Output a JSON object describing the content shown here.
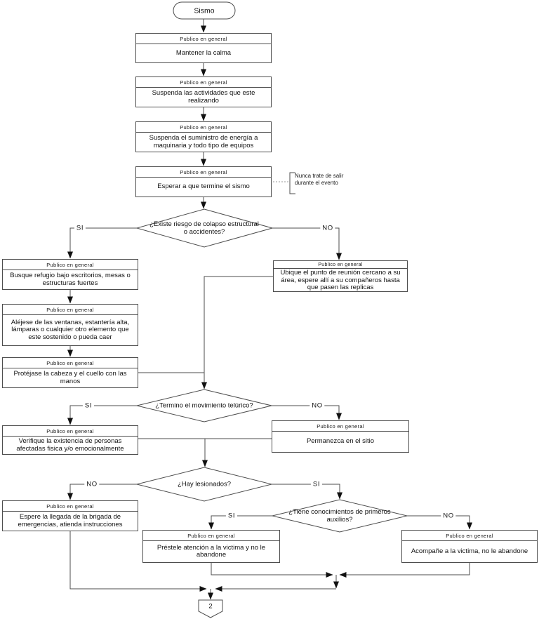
{
  "start": {
    "label": "Sismo"
  },
  "process_header": "Publico en general",
  "boxes": {
    "calma": "Mantener la calma",
    "suspenda_actividades": "Suspenda las actividades que este realizando",
    "suspenda_energia": "Suspenda el suministro de energía a maquinaria y todo tipo de equipos",
    "esperar": "Esperar a que termine el sismo",
    "busque_refugio": "Busque refugio bajo escritorios, mesas o estructuras fuertes",
    "alejese": "Aléjese de las ventanas, estantería alta, lámparas o cualquier otro elemento que este sostenido o pueda caer",
    "protejase": "Protéjase la cabeza y el cuello con las manos",
    "ubique": "Ubique el punto de reunión cercano a su área, espere allí a su compañeros hasta que pasen las replicas",
    "verifique": "Verifique la existencia de personas afectadas fisica y/o emocionalmente",
    "permanezca": "Permanezca en el sitio",
    "espere_brigada": "Espere la llegada de la brigada de emergencias, atienda instrucciones",
    "prestele": "Préstele atención a la victima y no le abandone",
    "acompane": "Acompañe a la victima, no le abandone"
  },
  "decisions": {
    "colapso": "¿Existe riesgo de colapso estructural o accidentes?",
    "termino": "¿Termino el movimiento telúrico?",
    "lesionados": "¿Hay lesionados?",
    "conocimientos": "¿Tiene conocimientos de primeros auxilios?"
  },
  "branch_labels": {
    "si": "SI",
    "no": "NO"
  },
  "note": {
    "line1": "Nunca trate de salir",
    "line2": "durante el evento"
  },
  "offpage_connector": {
    "label": "2"
  },
  "colors": {
    "line": "#4d4d4d",
    "arrow": "#111111",
    "background": "#ffffff"
  }
}
